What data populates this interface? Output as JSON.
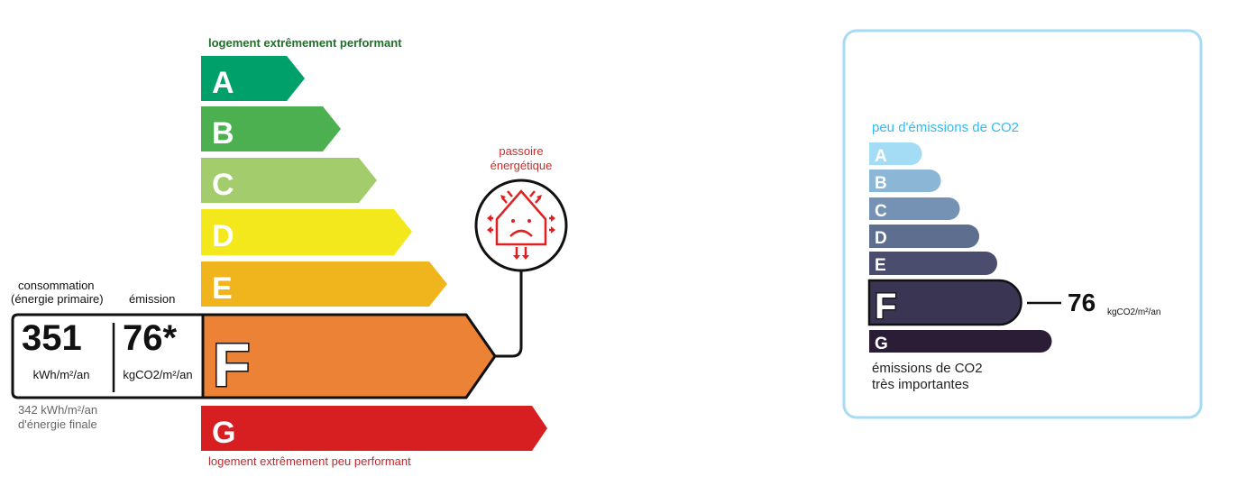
{
  "energy_label": {
    "top_caption": "logement extrêmement performant",
    "bottom_caption": "logement extrêmement peu performant",
    "classes": [
      {
        "letter": "A",
        "color": "#00a06b"
      },
      {
        "letter": "B",
        "color": "#4cb050"
      },
      {
        "letter": "C",
        "color": "#a3cd6d"
      },
      {
        "letter": "D",
        "color": "#f3e81b"
      },
      {
        "letter": "E",
        "color": "#f0b41c"
      },
      {
        "letter": "F",
        "color": "#ec8235"
      },
      {
        "letter": "G",
        "color": "#d71f22"
      }
    ],
    "current_class": "F",
    "consumption_label_line1": "consommation",
    "consumption_label_line2": "(énergie primaire)",
    "emission_label": "émission",
    "consumption_value": "351",
    "consumption_unit": "kWh/m²/an",
    "emission_value": "76*",
    "emission_unit": "kgCO2/m²/an",
    "final_energy_line1": "342 kWh/m²/an",
    "final_energy_line2": "d'énergie finale",
    "passoire_line1": "passoire",
    "passoire_line2": "énergétique",
    "passoire_icon": "sad-house-heat-loss-icon"
  },
  "co2_label": {
    "top_caption": "peu d'émissions de CO2",
    "bottom_caption_line1": "émissions de CO2",
    "bottom_caption_line2": "très importantes",
    "classes": [
      {
        "letter": "A",
        "color": "#a4dcf6"
      },
      {
        "letter": "B",
        "color": "#8bb6d6"
      },
      {
        "letter": "C",
        "color": "#7592b5"
      },
      {
        "letter": "D",
        "color": "#5d6e8f"
      },
      {
        "letter": "E",
        "color": "#4b4d6f"
      },
      {
        "letter": "F",
        "color": "#3a3553"
      },
      {
        "letter": "G",
        "color": "#2b1d36"
      }
    ],
    "current_class": "F",
    "value": "76",
    "unit": "kgCO2/m²/an",
    "border_color": "#a6dbf5",
    "caption_color": "#33bbee"
  }
}
